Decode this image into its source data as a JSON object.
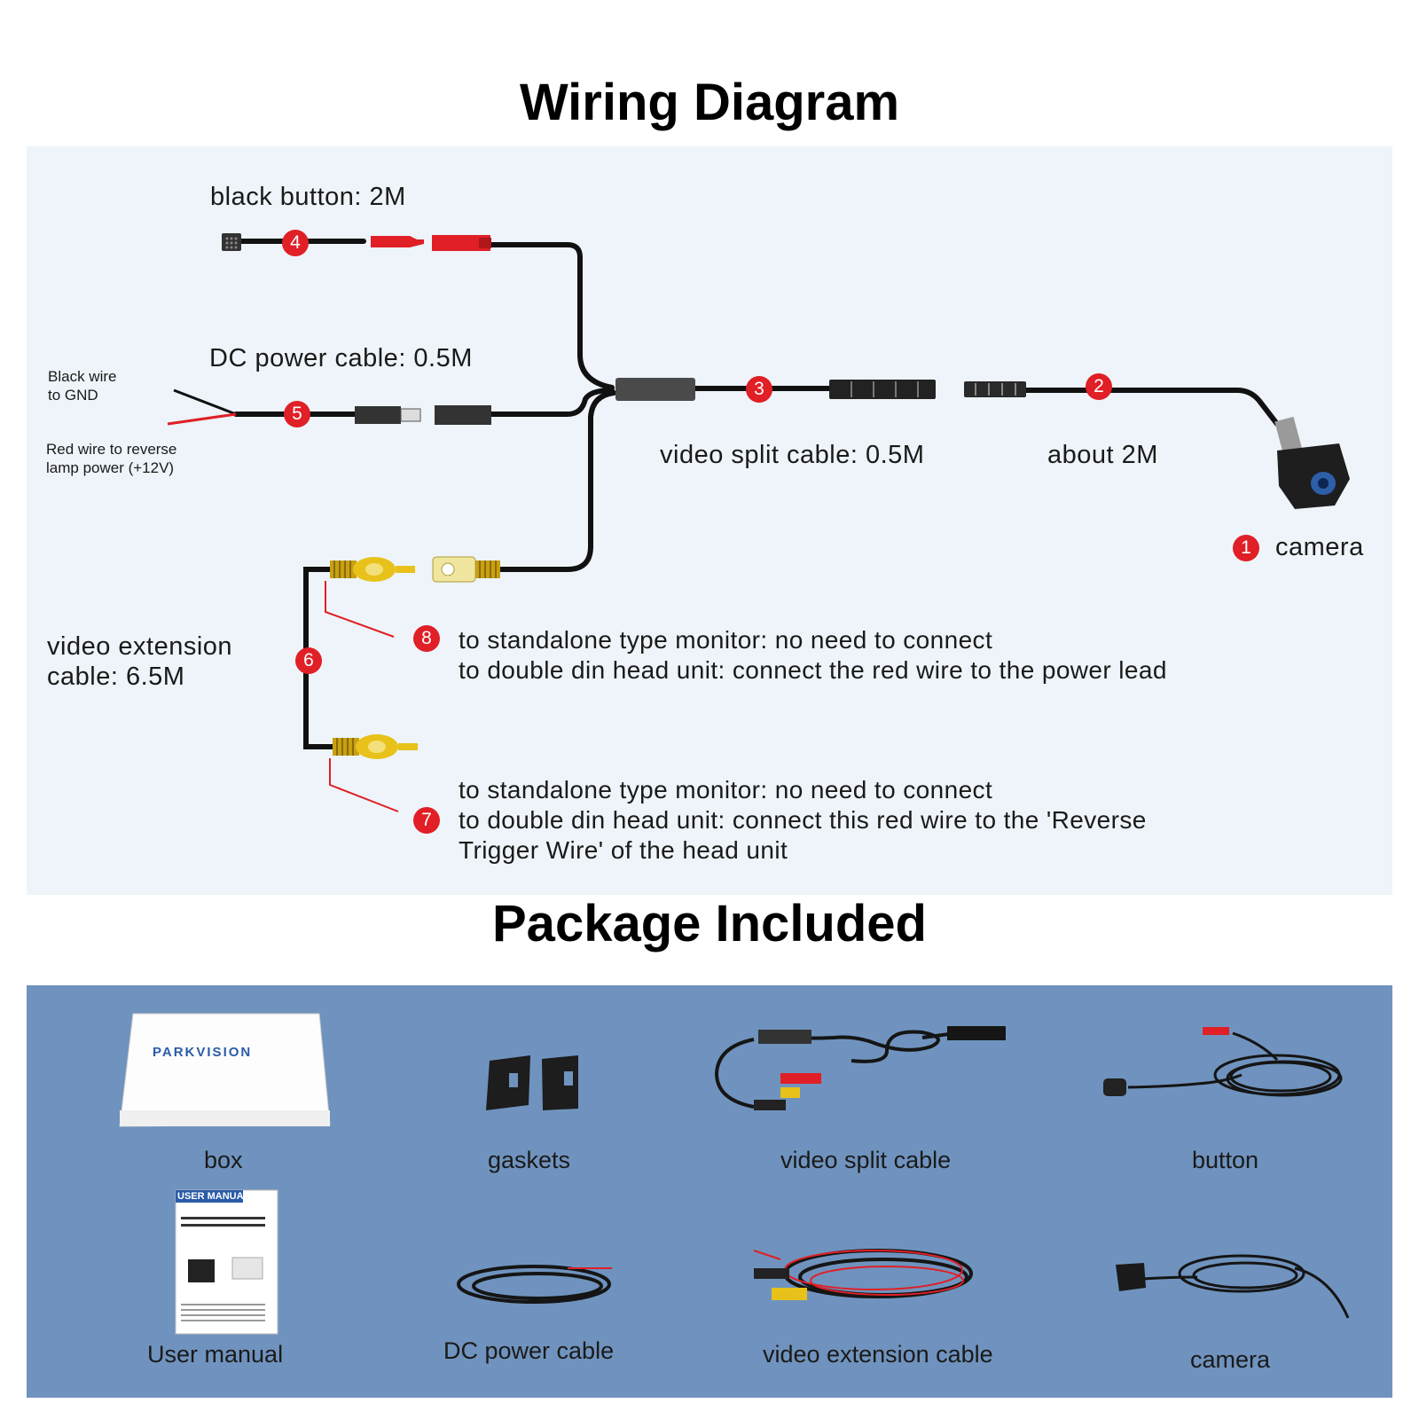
{
  "titles": {
    "wiring": "Wiring Diagram",
    "package": "Package Included"
  },
  "wiring": {
    "black_button": "black button: 2M",
    "dc_power_cable": "DC power cable: 0.5M",
    "black_wire_line1": "Black  wire",
    "black_wire_line2": "to GND",
    "red_wire_line1": "Red wire to reverse",
    "red_wire_line2": "lamp power (+12V)",
    "video_split": "video split cable: 0.5M",
    "about": "about 2M",
    "camera": "camera",
    "video_ext_line1": "video extension",
    "video_ext_line2": "cable: 6.5M",
    "note8_line1": "to standalone type monitor: no need to connect",
    "note8_line2": "to double din head unit: connect the red wire to the power lead",
    "note7_line1": "to standalone type monitor: no need to connect",
    "note7_line2": "to double din head unit: connect this red wire to the 'Reverse",
    "note7_line3": "Trigger Wire' of the head unit",
    "badges": {
      "b1": "1",
      "b2": "2",
      "b3": "3",
      "b4": "4",
      "b5": "5",
      "b6": "6",
      "b7": "7",
      "b8": "8"
    }
  },
  "package": {
    "box": "box",
    "box_brand": "PARKVISION",
    "gaskets": "gaskets",
    "video_split_cable": "video split cable",
    "button": "button",
    "user_manual": "User manual",
    "manual_header": "USER MANUAL",
    "dc_power_cable": "DC power cable",
    "video_extension_cable": "video extension cable",
    "camera": "camera"
  },
  "colors": {
    "badge": "#e01f26",
    "panel_light": "#eef4f9",
    "panel_blue": "#6f93be",
    "rca_yellow": "#e8c21a",
    "wire_red": "#e01f26"
  }
}
